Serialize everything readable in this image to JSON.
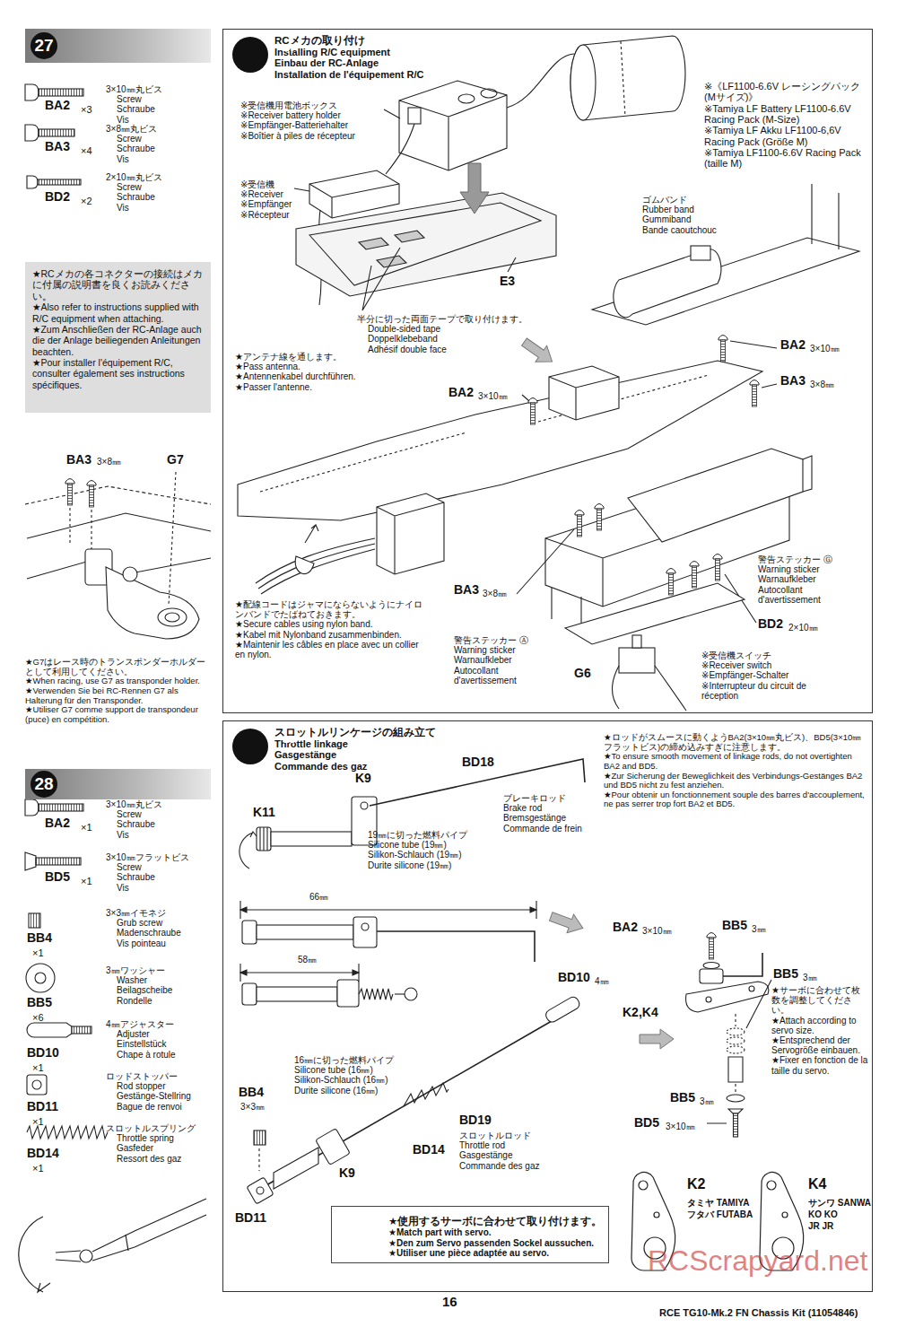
{
  "diagram": {
    "nodes": [
      {
        "text": [
          "27"
        ]
      },
      {
        "text": [
          "★RCメカの各コネクターの接続はメカに付属の説明書を良くお読みください。",
          "★Also refer to instructions supplied with R/C equipment when attaching.",
          "★Zum Anschließen der RC-Anlage auch die der Anlage beiliegenden Anleitungen beachten.",
          "★Pour installer l'équipement R/C, consulter également ses instructions spécifiques."
        ]
      },
      {
        "text": [
          "28"
        ]
      },
      {
        "text": [
          "RCメカの取り付け",
          "Installing R/C equipment",
          "Einbau der RC-Anlage",
          "Installation de l'équipement R/C"
        ]
      },
      {
        "text": [
          "27"
        ],
        "in": 3
      },
      {
        "text": [
          "スロットルリンケージの組み立て",
          "Throttle linkage",
          "Gasgestänge",
          "Commande des gaz"
        ]
      },
      {
        "text": [
          "28"
        ],
        "in": 5
      },
      {
        "text": [
          "★使用するサーボに合わせて取り付けます。",
          "★Match part with servo.",
          "★Den zum Servo passenden Sockel aussuchen.",
          "★Utiliser une pièce adaptée au servo."
        ],
        "in": 5
      },
      {
        "text": [
          "K2",
          "タミヤ TAMIYA",
          "フタバ FUTABA"
        ],
        "in": 5
      },
      {
        "text": [
          "K4",
          "サンワ SANWA",
          "KO KO",
          "JR JR"
        ],
        "in": 5
      }
    ],
    "labels": [
      "3×10㎜丸ビス",
      "Screw",
      "Schraube",
      "Vis",
      "BA2",
      "×3",
      "3×8㎜丸ビス",
      "Screw",
      "Schraube",
      "Vis",
      "BA3",
      "×4",
      "2×10㎜丸ビス",
      "Screw",
      "Schraube",
      "Vis",
      "BD2",
      "×2",
      "BA3",
      "3×8㎜",
      "G7",
      "★G7はレース時のトランスポンダーホルダーとして利用してください。",
      "★When racing, use G7 as transponder holder.",
      "★Verwenden Sie bei RC-Rennen G7 als Halterung für den Transponder.",
      "★Utiliser G7 comme support de transpondeur (puce) en compétition.",
      "3×10㎜丸ビス",
      "Screw",
      "Schraube",
      "Vis",
      "BA2",
      "×1",
      "3×10㎜フラットビス",
      "Screw",
      "Schraube",
      "Vis",
      "BD5",
      "×1",
      "3×3㎜イモネジ",
      "Grub screw",
      "Madenschraube",
      "Vis pointeau",
      "BB4",
      "×1",
      "3㎜ワッシャー",
      "Washer",
      "Beilagscheibe",
      "Rondelle",
      "BB5",
      "×6",
      "4㎜アジャスター",
      "Adjuster",
      "Einstellstück",
      "Chape à rotule",
      "BD10",
      "×1",
      "ロッドストッパー",
      "Rod stopper",
      "Gestänge-Stellring",
      "Bague de renvoi",
      "BD11",
      "×1",
      "スロットルスプリング",
      "Throttle spring",
      "Gasfeder",
      "Ressort des gaz",
      "BD14",
      "×1",
      "※受信機用電池ボックス",
      "※Receiver battery holder",
      "※Empfänger-Batteriehalter",
      "※Boîtier à piles de récepteur",
      "※受信機",
      "※Receiver",
      "※Empfänger",
      "※Récepteur",
      "※《LF1100-6.6V レーシングパック(Mサイズ)》",
      "※Tamiya LF Battery LF1100-6.6V Racing Pack (M-Size)",
      "※Tamiya LF Akku LF1100-6,6V Racing Pack (Größe M)",
      "※Tamiya LF1100-6.6V Racing Pack (taille M)",
      "ゴムバンド",
      "Rubber band",
      "Gummiband",
      "Bande caoutchouc",
      "E3",
      "半分に切った両面テープで取り付けます。",
      "Double-sided tape",
      "Doppelklebeband",
      "Adhésif double face",
      "★アンテナ線を通します。",
      "★Pass antenna.",
      "★Antennenkabel durchführen.",
      "★Passer l'antenne.",
      "BA2",
      "3×10㎜",
      "BA3",
      "3×8㎜",
      "BA2",
      "3×10㎜",
      "★配線コードはジャマにならないようにナイロンバンドでたばねておきます。",
      "★Secure cables using nylon band.",
      "★Kabel mit Nylonband zusammenbinden.",
      "★Maintenir les câbles en place avec un collier en nylon.",
      "BA3",
      "3×8㎜",
      "警告ステッカー Ⓐ",
      "Warning sticker",
      "Warnaufkleber",
      "Autocollant d'avertissement",
      "G6",
      "警告ステッカー Ⓖ",
      "Warning sticker",
      "Warnaufkleber",
      "Autocollant d'avertissement",
      "BD2",
      "2×10㎜",
      "※受信機スイッチ",
      "※Receiver switch",
      "※Empfänger-Schalter",
      "※Interrupteur du circuit de réception",
      "★ロッドがスムースに動くようBA2(3×10㎜丸ビス)、BD5(3×10㎜フラットビス)の締め込みすぎに注意します。",
      "★To ensure smooth movement of linkage rods, do not overtighten BA2 and BD5.",
      "★Zur Sicherung der Beweglichkeit des Verbindungs-Gestänges BA2 und BD5 nicht zu fest anziehen.",
      "★Pour obtenir un fonctionnement souple des barres d'accouplement, ne pas serrer trop fort BA2 et BD5.",
      "K9",
      "K11",
      "BD18",
      "ブレーキロッド",
      "Brake rod",
      "Bremsgestänge",
      "Commande de frein",
      "19㎜に切った燃料パイプ",
      "Silicone tube (19㎜)",
      "Silikon-Schlauch (19㎜)",
      "Durite silicone (19㎜)",
      "66㎜",
      "58㎜",
      "BA2",
      "3×10㎜",
      "BB5",
      "3㎜",
      "BD10",
      "4㎜",
      "BB5",
      "3㎜",
      "★サーボに合わせて枚数を調整してください。",
      "★Attach according to servo size.",
      "★Entsprechend der Servogröße einbauen.",
      "★Fixer en fonction de la taille du servo.",
      "K2,K4",
      "16㎜に切った燃料パイプ",
      "Silicone tube (16㎜)",
      "Silikon-Schlauch (16㎜)",
      "Durite silicone (16㎜)",
      "BB4",
      "3×3㎜",
      "BD19",
      "スロットルロッド",
      "Throttle rod",
      "Gasgestänge",
      "Commande des gaz",
      "BD14",
      "K9",
      "BB5",
      "3㎜",
      "BD5",
      "3×10㎜",
      "BD11",
      "16",
      "RCE TG10-Mk.2 FN Chassis Kit (11054846)",
      "RCScrapyard.net"
    ]
  }
}
